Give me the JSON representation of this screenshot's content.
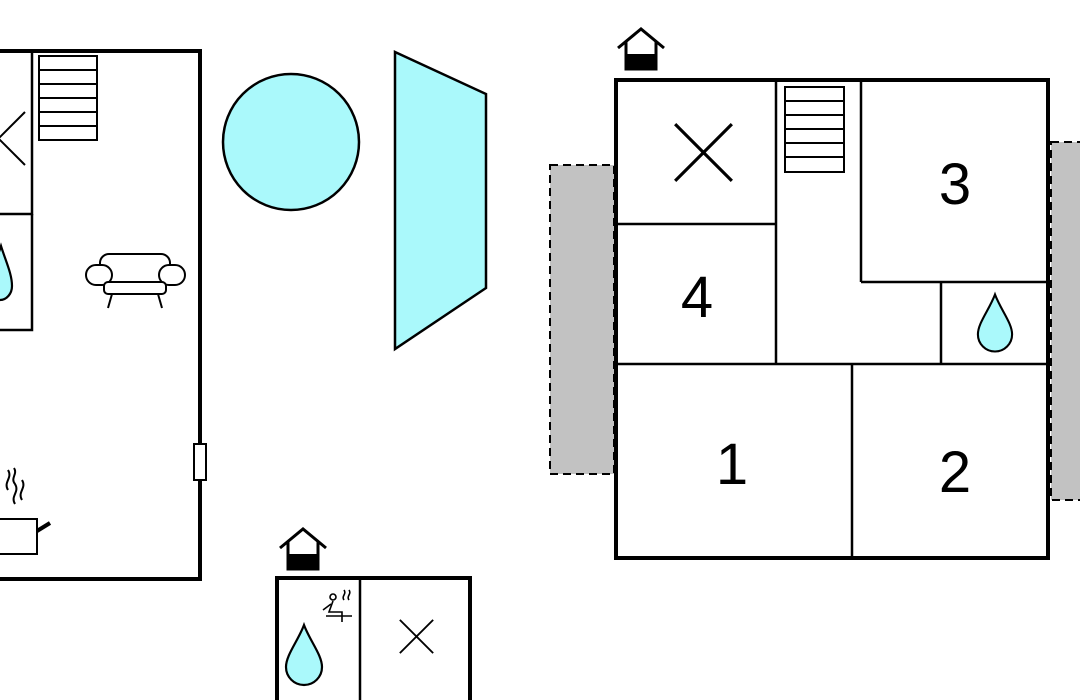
{
  "colors": {
    "water": "#aaf9fb",
    "terrace": "#c2c2c2",
    "wall": "#000000",
    "background": "#ffffff"
  },
  "icons": {
    "entrance": "house-entrance-icon",
    "water": "water-drop-icon",
    "sofa": "sofa-icon",
    "stairs": "stairs-icon",
    "kitchen": "cooking-pot-icon",
    "sauna": "sauna-icon",
    "closet": "cross-icon"
  },
  "rooms": {
    "r1": "1",
    "r2": "2",
    "r3": "3",
    "r4": "4"
  }
}
